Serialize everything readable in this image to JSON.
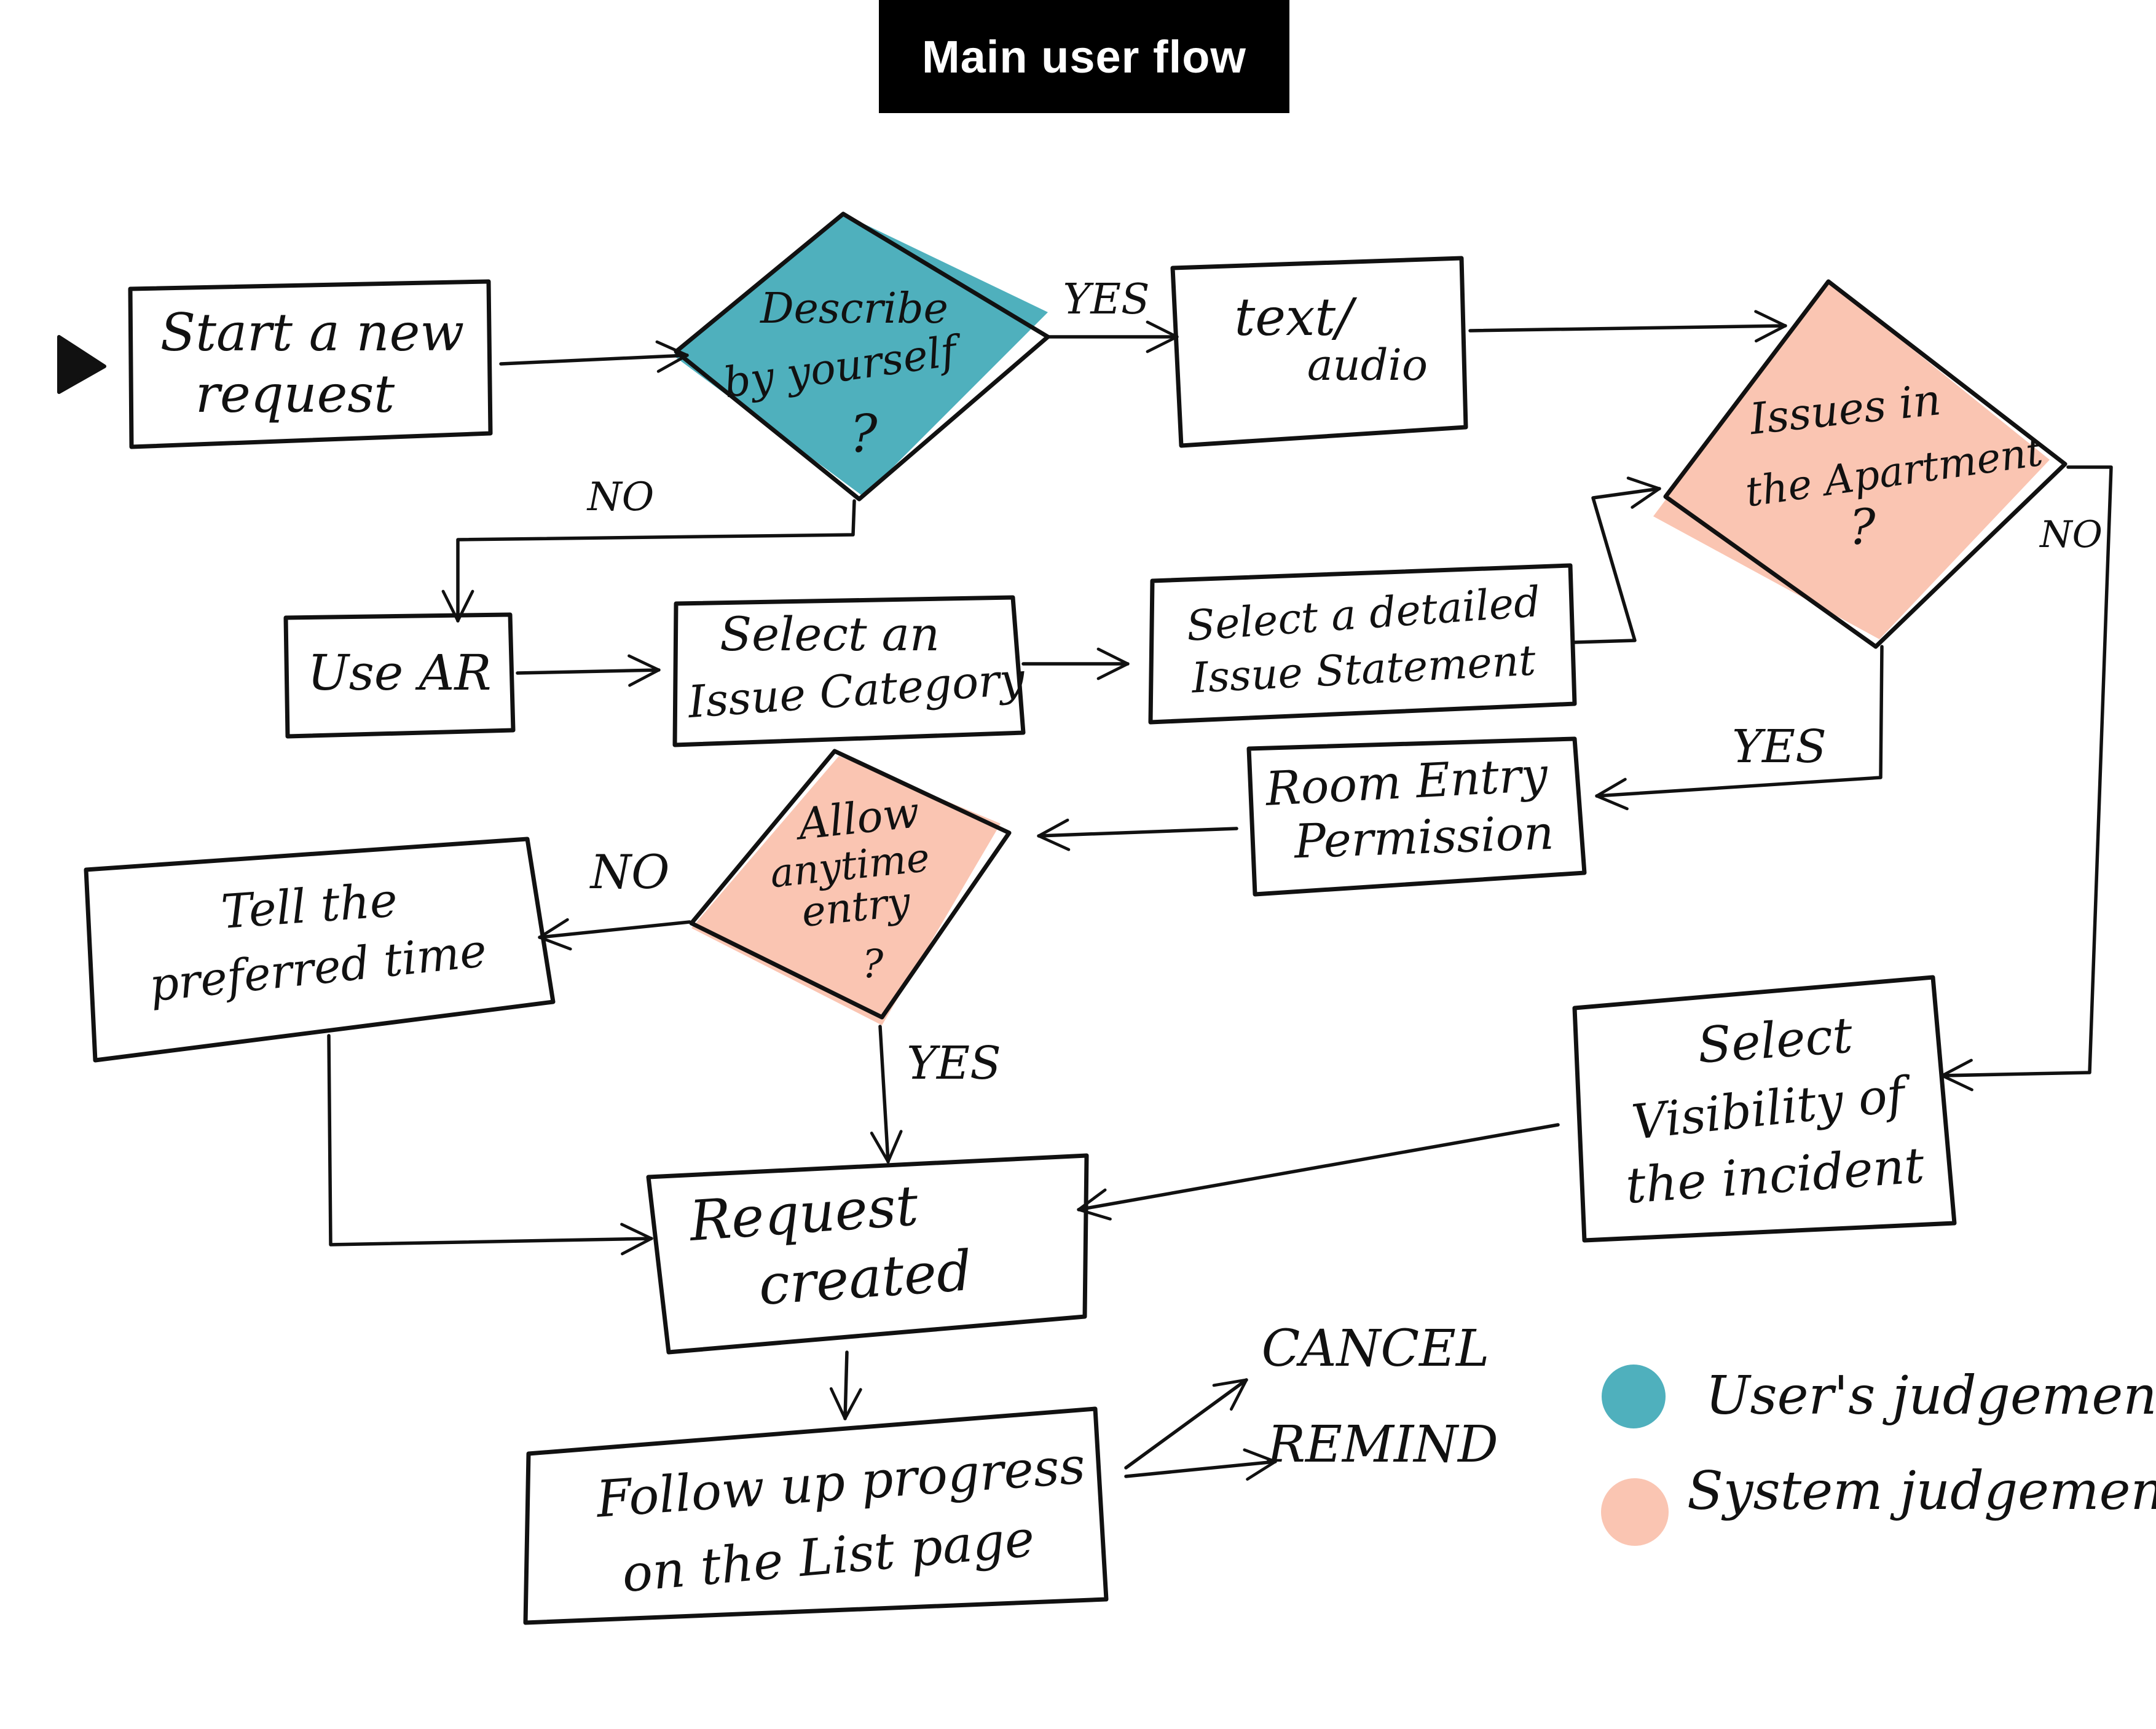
{
  "title": "Main user flow",
  "colors": {
    "user_judgement": "#4fb0bd",
    "system_judgement": "#fac5b2",
    "ink": "#111111",
    "title_bg": "#000000",
    "title_fg": "#ffffff"
  },
  "nodes": {
    "start_request": [
      "Start a new",
      "request"
    ],
    "describe_yourself": [
      "Describe",
      "by yourself",
      "?"
    ],
    "text_audio": [
      "text/",
      "audio"
    ],
    "issues_apartment": [
      "Issues in",
      "the Apartment",
      "?"
    ],
    "use_ar": [
      "Use AR"
    ],
    "select_category": [
      "Select an",
      "Issue Category"
    ],
    "select_statement": [
      "Select a detailed",
      "Issue Statement"
    ],
    "room_entry": [
      "Room Entry",
      "Permission"
    ],
    "allow_entry": [
      "Allow",
      "anytime",
      "entry",
      "?"
    ],
    "tell_time": [
      "Tell the",
      "preferred time"
    ],
    "select_visibility": [
      "Select",
      "Visibility of",
      "the incident"
    ],
    "request_created": [
      "Request",
      "created"
    ],
    "follow_up": [
      "Follow up progress",
      "on the List page"
    ]
  },
  "edge_labels": {
    "yes_describe": "YES",
    "no_describe": "NO",
    "no_apartment": "NO",
    "yes_apartment": "YES",
    "no_entry": "NO",
    "yes_entry": "YES",
    "cancel": "CANCEL",
    "remind": "REMIND"
  },
  "legend": {
    "user": "User's judgement",
    "system": "System judgement"
  }
}
